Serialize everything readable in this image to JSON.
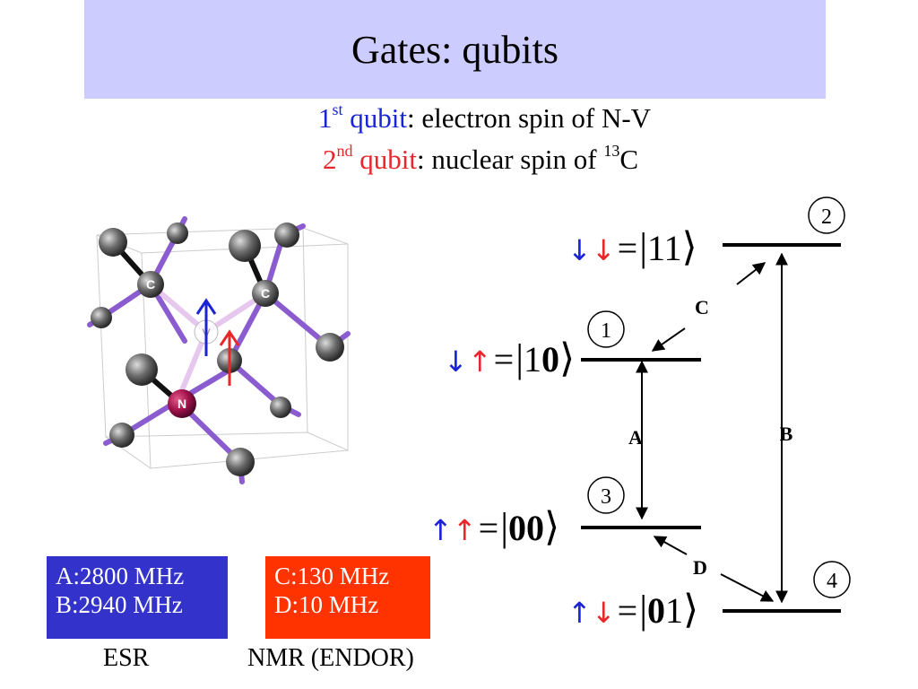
{
  "title": "Gates: qubits",
  "qubits": {
    "first": {
      "number": "1",
      "sup": "st",
      "word": "qubit",
      "desc": ": electron spin of N-V",
      "color": "#1a24d6"
    },
    "second": {
      "number": "2",
      "sup": "nd",
      "word": "qubit",
      "desc": ": nuclear spin of ",
      "isotope": "13",
      "element": "C",
      "color": "#e8272a"
    }
  },
  "molecule": {
    "atom_labels": [
      "C",
      "C",
      "N",
      "V"
    ],
    "colors": {
      "bond": "#8a5cd0",
      "atom": "#555555",
      "nitrogen": "#a0104a"
    }
  },
  "states": [
    {
      "arrow1": "↓",
      "arrow2": "↓",
      "eq": "=",
      "ket_a": "1",
      "ket_b": "1",
      "circle": "2"
    },
    {
      "arrow1": "↓",
      "arrow2": "↑",
      "eq": "=",
      "ket_a": "1",
      "ket_b": "0",
      "circle": "1"
    },
    {
      "arrow1": "↑",
      "arrow2": "↑",
      "eq": "=",
      "ket_a": "0",
      "ket_b": "0",
      "circle": "3"
    },
    {
      "arrow1": "↑",
      "arrow2": "↓",
      "eq": "=",
      "ket_a": "0",
      "ket_b": "1",
      "circle": "4"
    }
  ],
  "transitions": {
    "A": "A",
    "B": "B",
    "C": "C",
    "D": "D"
  },
  "frequencies": {
    "esr": {
      "line1": "A:2800 MHz",
      "line2": "B:2940 MHz",
      "caption": "ESR",
      "color": "#3333cc"
    },
    "nmr": {
      "line1": "C:130 MHz",
      "line2": "D:10 MHz",
      "caption": "NMR (ENDOR)",
      "color": "#ff3300"
    }
  }
}
